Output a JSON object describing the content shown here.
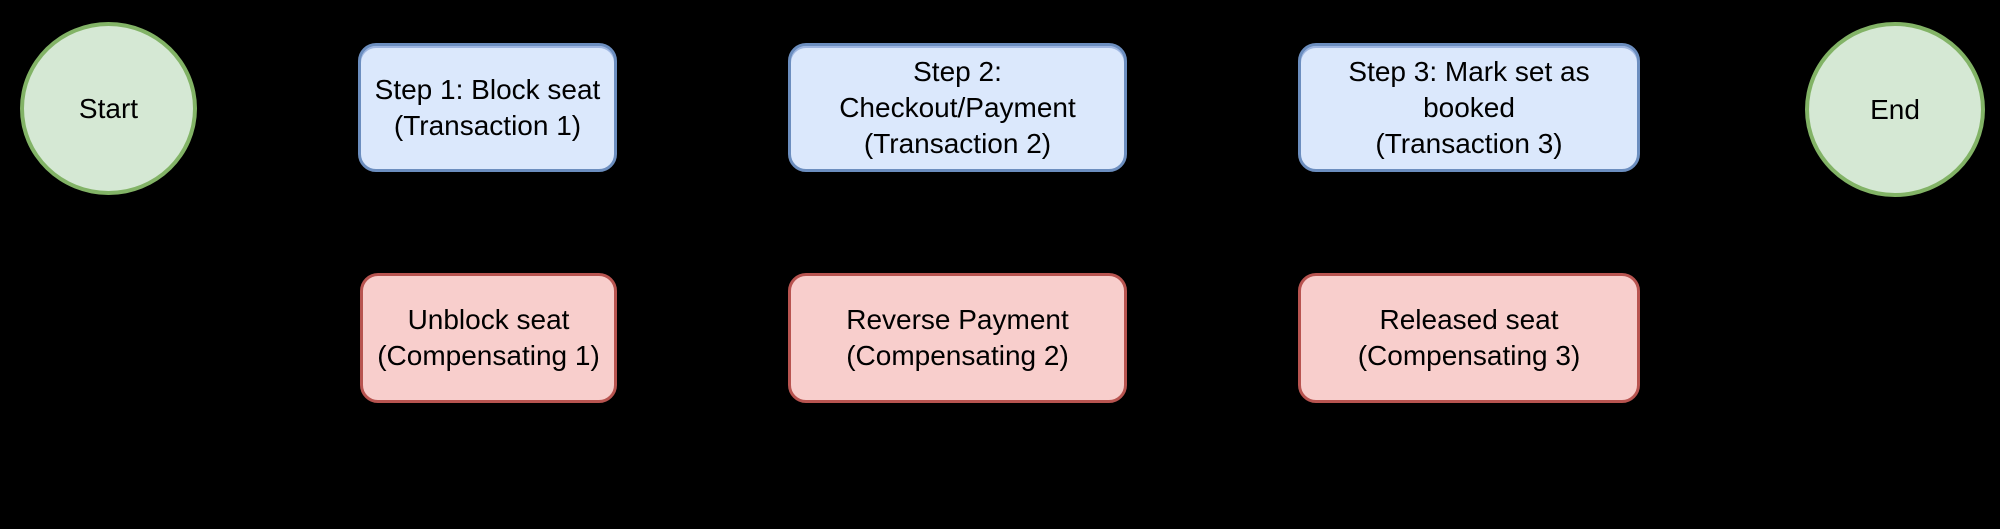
{
  "diagram": {
    "background_color": "#000000",
    "text_color": "#000000",
    "colors": {
      "terminator_fill": "#d5e8d4",
      "terminator_border": "#82b366",
      "transaction_fill": "#dbe8fc",
      "transaction_border": "#6c8ebf",
      "compensating_fill": "#f8cecc",
      "compensating_border": "#b85450"
    },
    "nodes": {
      "start": {
        "type": "terminator",
        "label": "Start"
      },
      "step1": {
        "type": "transaction",
        "line1": "Step 1: Block seat",
        "line2": "(Transaction 1)"
      },
      "step2": {
        "type": "transaction",
        "line1": "Step 2: Checkout/Payment",
        "line2": "(Transaction 2)"
      },
      "step3": {
        "type": "transaction",
        "line1": "Step 3: Mark set as booked",
        "line2": "(Transaction 3)"
      },
      "end": {
        "type": "terminator",
        "label": "End"
      },
      "comp1": {
        "type": "compensating",
        "line1": "Unblock seat",
        "line2": "(Compensating 1)"
      },
      "comp2": {
        "type": "compensating",
        "line1": "Reverse Payment",
        "line2": "(Compensating 2)"
      },
      "comp3": {
        "type": "compensating",
        "line1": "Released seat",
        "line2": "(Compensating 3)"
      }
    }
  }
}
